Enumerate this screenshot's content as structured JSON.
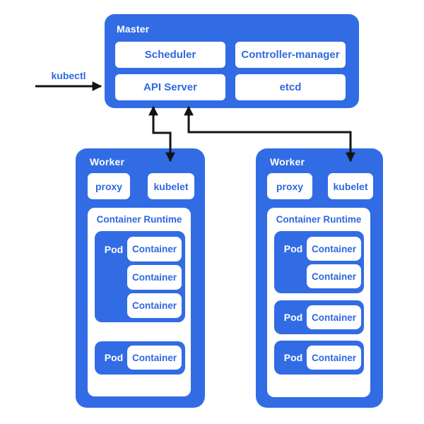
{
  "colors": {
    "blue": "#326CE5",
    "text_blue": "#2e68e0",
    "white": "#ffffff",
    "arrow_black": "#141414"
  },
  "kubectl_label": "kubectl",
  "master": {
    "title": "Master",
    "components": [
      "Scheduler",
      "Controller-manager",
      "API Server",
      "etcd"
    ]
  },
  "workers": [
    {
      "title": "Worker",
      "proxy_label": "proxy",
      "kubelet_label": "kubelet",
      "runtime": {
        "title": "Container Runtime",
        "pods": [
          {
            "label": "Pod",
            "containers": [
              "Container",
              "Container",
              "Container"
            ]
          },
          {
            "label": "Pod",
            "containers": [
              "Container"
            ]
          }
        ]
      }
    },
    {
      "title": "Worker",
      "proxy_label": "proxy",
      "kubelet_label": "kubelet",
      "runtime": {
        "title": "Container Runtime",
        "pods": [
          {
            "label": "Pod",
            "containers": [
              "Container",
              "Container"
            ]
          },
          {
            "label": "Pod",
            "containers": [
              "Container"
            ]
          },
          {
            "label": "Pod",
            "containers": [
              "Container"
            ]
          }
        ]
      }
    }
  ]
}
